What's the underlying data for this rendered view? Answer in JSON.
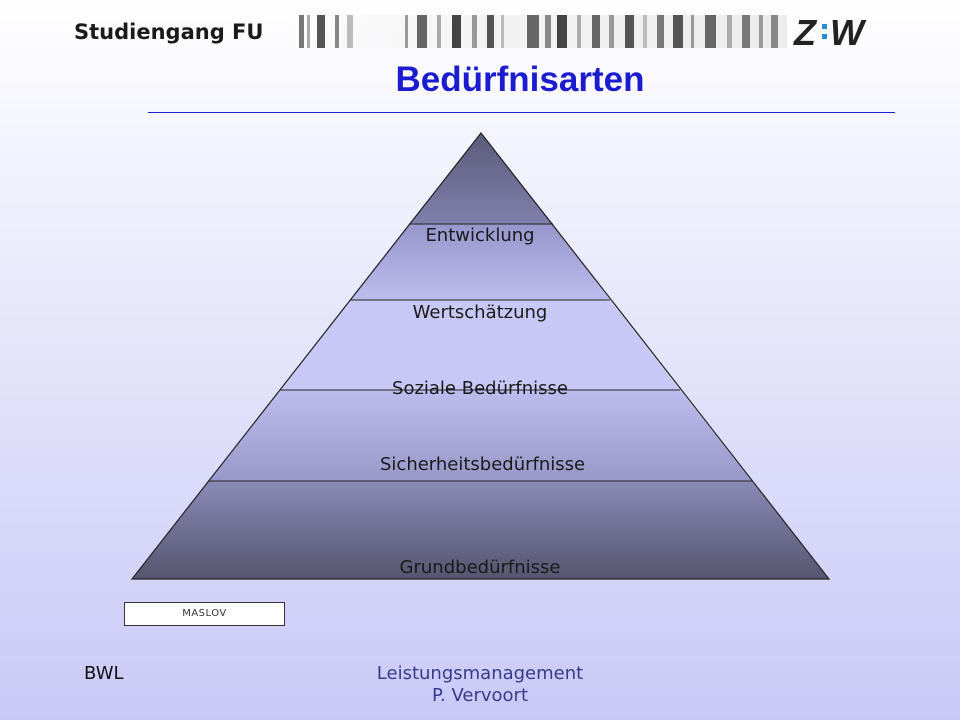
{
  "header": {
    "brand": "Studiengang FU",
    "logo_text": "Z:W"
  },
  "slide": {
    "title": "Bedürfnisarten"
  },
  "pyramid": {
    "tiers": [
      {
        "label": "Entwicklung",
        "color": "#6a6a92"
      },
      {
        "label": "Wertschätzung",
        "color": "#a9a9dc"
      },
      {
        "label": "Soziale Bedürfnisse",
        "color": "#c8c8f6"
      },
      {
        "label": "Sicherheitsbedürfnisse",
        "color": "#a9a9dc"
      },
      {
        "label": "Grundbedürfnisse",
        "color": "#5e5e7c"
      }
    ]
  },
  "source_box": {
    "label": "MASLOV"
  },
  "footer": {
    "left": "BWL",
    "center_line1": "Leistungsmanagement",
    "center_line2": "P. Vervoort"
  },
  "colors": {
    "title": "#1b1bd0",
    "footer_center": "#3a3a8c"
  }
}
